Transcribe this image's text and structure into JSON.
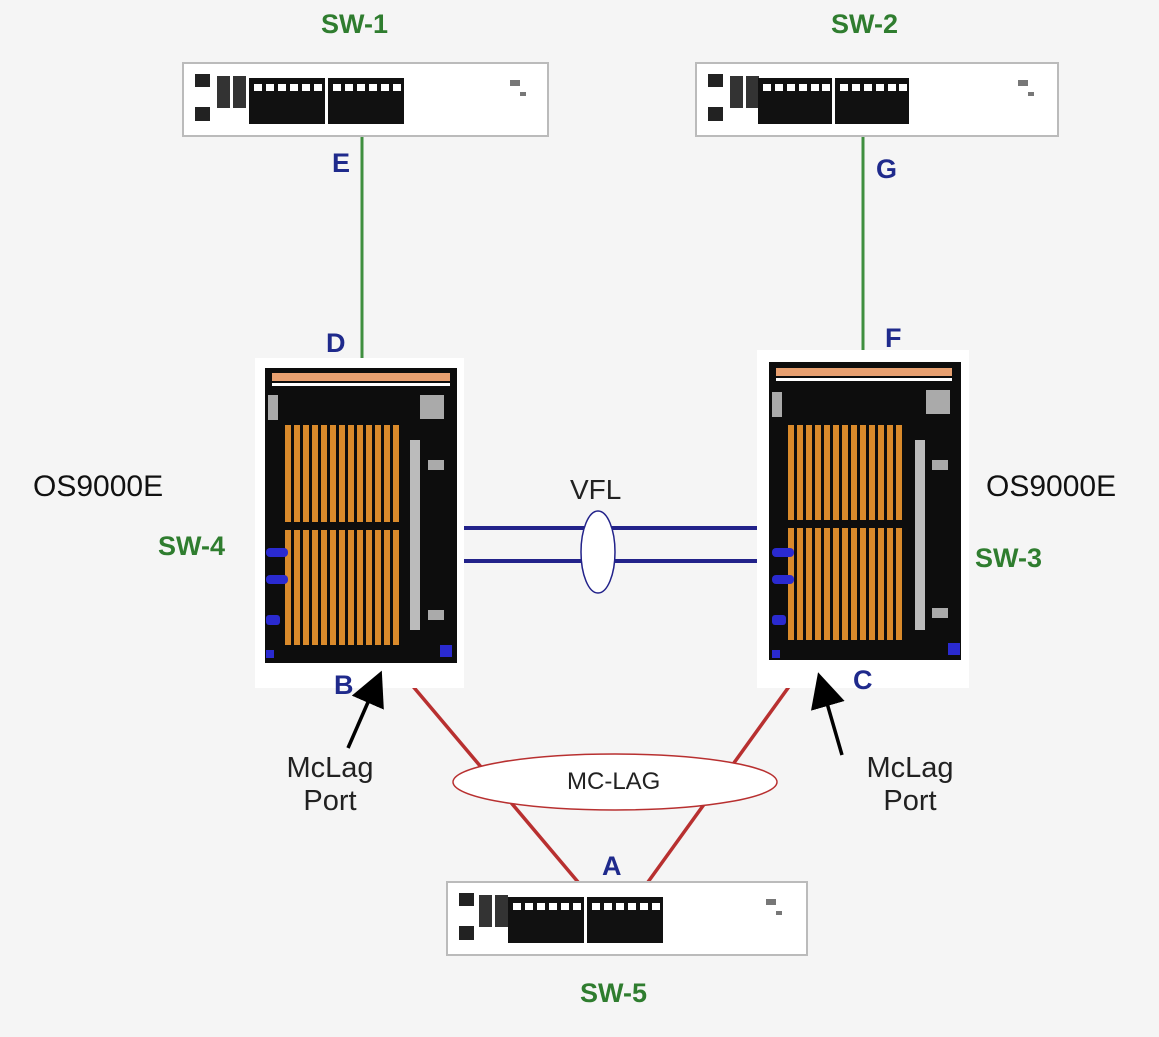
{
  "switches": {
    "sw1": "SW-1",
    "sw2": "SW-2",
    "sw3": "SW-3",
    "sw4": "SW-4",
    "sw5": "SW-5"
  },
  "chassis": {
    "left_model": "OS9000E",
    "right_model": "OS9000E"
  },
  "ports": {
    "a": "A",
    "b": "B",
    "c": "C",
    "d": "D",
    "e": "E",
    "f": "F",
    "g": "G"
  },
  "bundles": {
    "vfl": "VFL",
    "mc_lag": "MC-LAG"
  },
  "annotations": {
    "left_mclag_line1": "McLag",
    "left_mclag_line2": "Port",
    "right_mclag_line1": "McLag",
    "right_mclag_line2": "Port"
  },
  "colors": {
    "background": "#f5f5f5",
    "switch_label": "#2f7d2f",
    "port_label": "#1f2a8c",
    "uplink_link": "#3f8f3f",
    "vfl_link": "#22228a",
    "mclag_link": "#b83030",
    "chassis_slots": "#d98a2b"
  }
}
